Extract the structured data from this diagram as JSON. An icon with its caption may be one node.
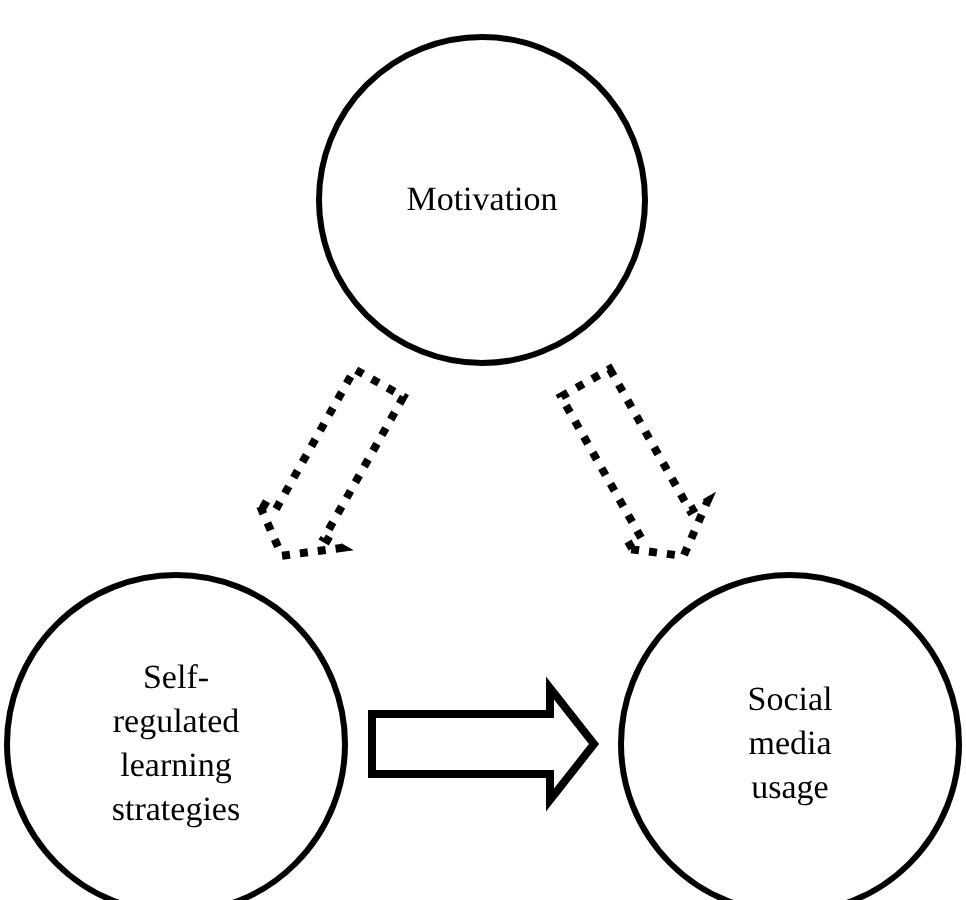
{
  "diagram": {
    "nodes": [
      {
        "text": [
          "Motivation"
        ]
      },
      {
        "text": [
          "Self-regulated learning strategies"
        ]
      },
      {
        "text": [
          "Social media usage"
        ]
      }
    ],
    "edges": [
      {
        "from": 0,
        "to": 1,
        "arrow": "to",
        "style": "dashed"
      },
      {
        "from": 0,
        "to": 2,
        "arrow": "to",
        "style": "dashed"
      },
      {
        "from": 1,
        "to": 2,
        "arrow": "to"
      }
    ]
  }
}
